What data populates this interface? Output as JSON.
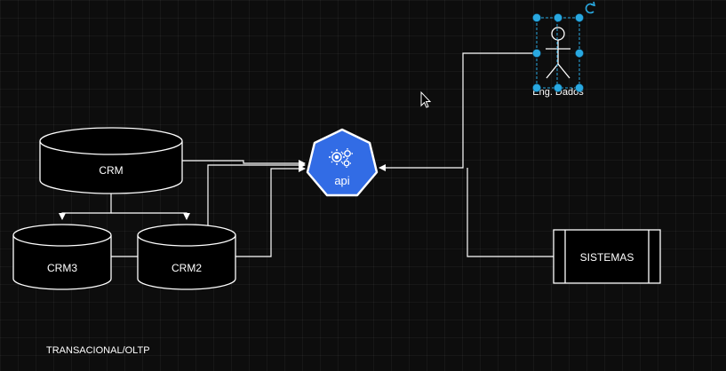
{
  "canvas": {
    "background": "#0d0d0d",
    "stroke_color": "#ffffff",
    "selection_color": "#29a8e0"
  },
  "nodes": {
    "crm": {
      "label": "CRM"
    },
    "crm3": {
      "label": "CRM3"
    },
    "crm2": {
      "label": "CRM2"
    },
    "api": {
      "label": "api",
      "color": "#326ce5",
      "icon": "kubernetes-api-icon"
    },
    "actor": {
      "label": "Eng. Dados",
      "icon": "stick-figure-icon",
      "selected": true
    },
    "sistemas": {
      "label": "SISTEMAS"
    }
  },
  "notes": {
    "transacional": "TRANSACIONAL/OLTP"
  },
  "cursor": {
    "icon": "mouse-pointer-icon"
  },
  "selection": {
    "rotate_icon": "rotate-handle-icon"
  }
}
